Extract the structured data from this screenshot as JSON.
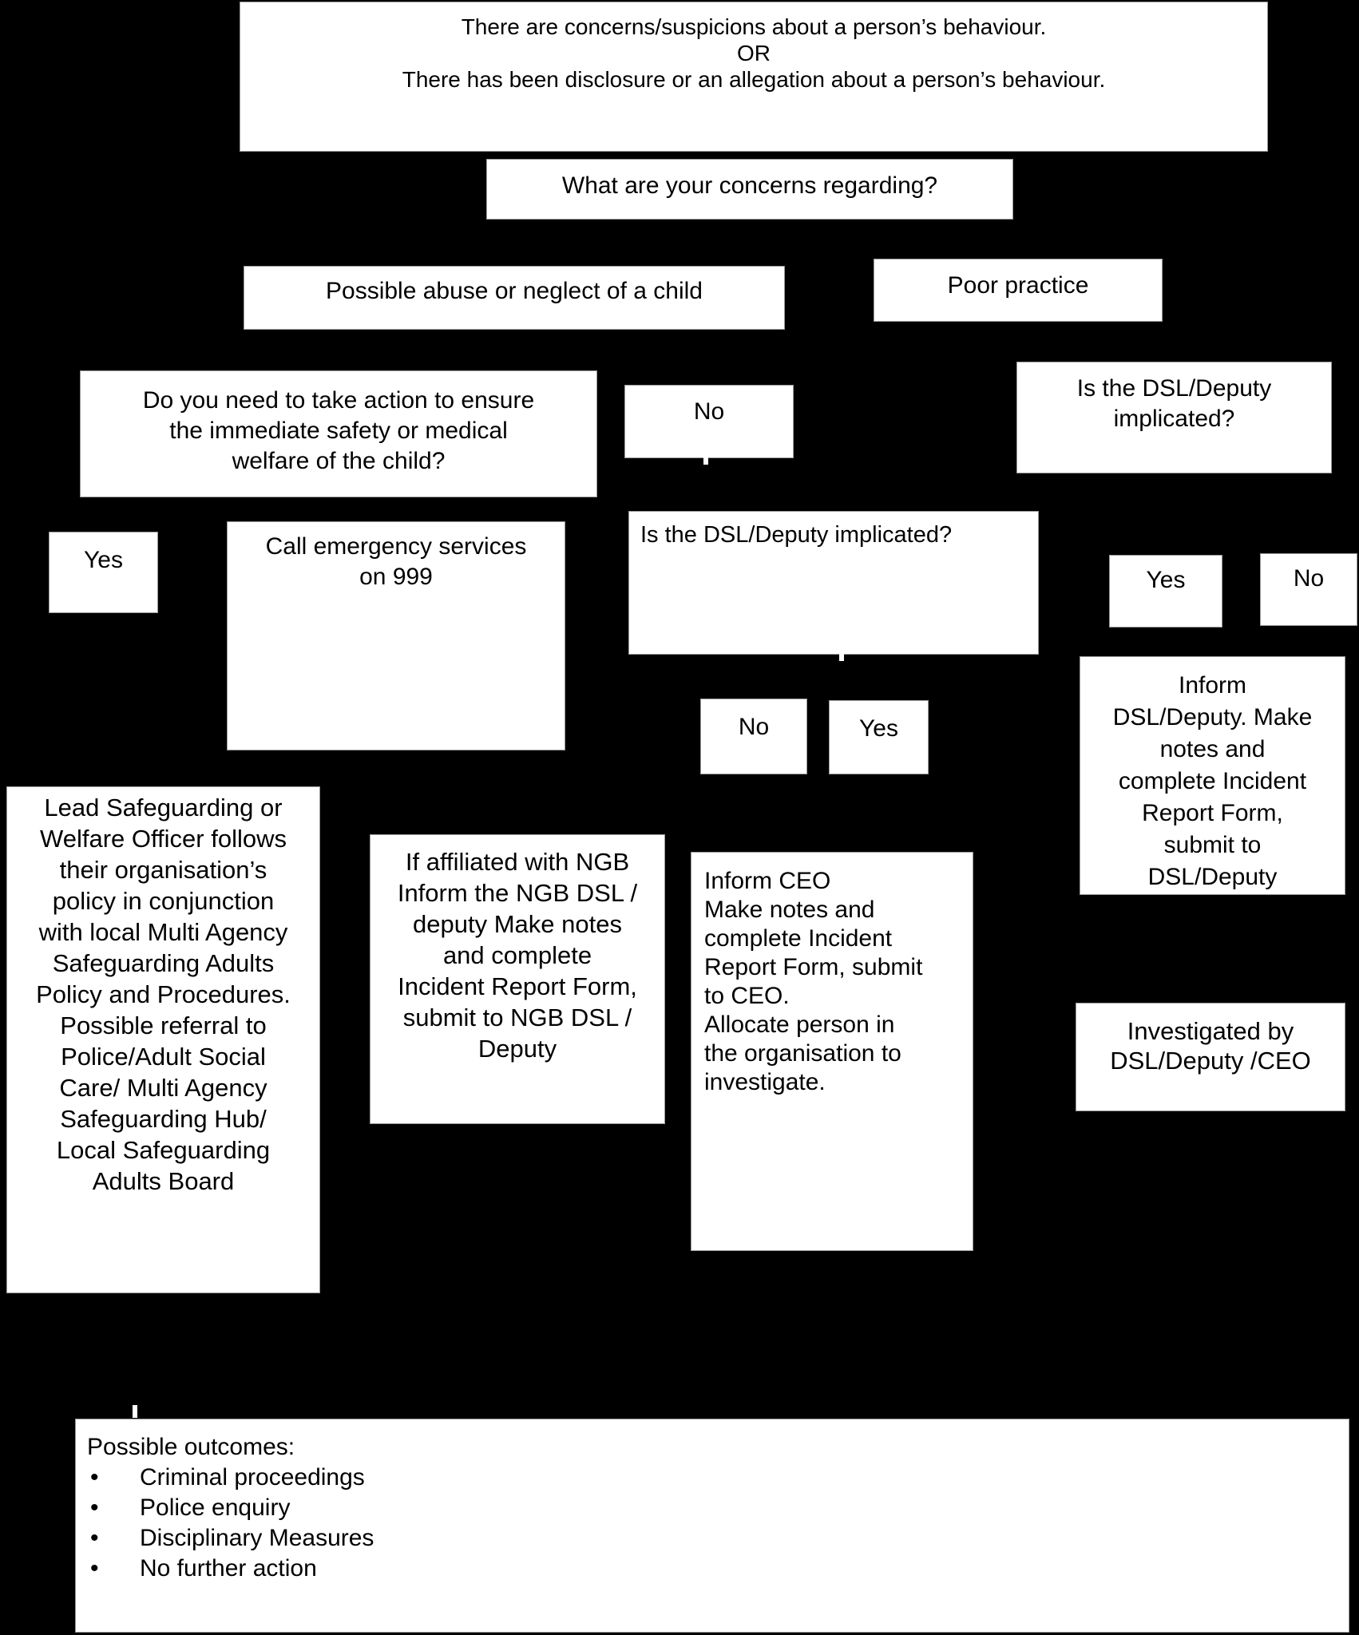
{
  "colors": {
    "background": "#000000",
    "box_fill": "#ffffff",
    "box_border": "#9a9a9a",
    "text": "#000000"
  },
  "nodes": {
    "initial_concern": {
      "lines": [
        "There are concerns/suspicions about a person’s behaviour.",
        "OR",
        "There has been disclosure or an allegation about a person’s behaviour."
      ]
    },
    "concern_type_question": {
      "lines": [
        "What are your concerns regarding?"
      ]
    },
    "abuse_or_neglect": {
      "lines": [
        "Possible abuse or neglect of a child"
      ]
    },
    "poor_practice": {
      "lines": [
        "Poor practice"
      ]
    },
    "immediate_safety_question": {
      "lines": [
        "Do you need to take action to ensure",
        "the immediate safety or medical",
        "welfare of the child?"
      ]
    },
    "no_immediate_action": {
      "lines": [
        "No"
      ]
    },
    "dsl_implicated_poor_practice": {
      "lines": [
        "Is the DSL/Deputy",
        "implicated?"
      ]
    },
    "yes_immediate_action": {
      "lines": [
        "Yes"
      ]
    },
    "call_emergency": {
      "lines": [
        "Call emergency services",
        "on 999"
      ]
    },
    "dsl_implicated_abuse": {
      "lines": [
        "Is the DSL/Deputy implicated?"
      ]
    },
    "poor_practice_dsl_yes": {
      "lines": [
        "Yes"
      ]
    },
    "poor_practice_dsl_no": {
      "lines": [
        "No"
      ]
    },
    "abuse_dsl_no": {
      "lines": [
        "No"
      ]
    },
    "abuse_dsl_yes": {
      "lines": [
        "Yes"
      ]
    },
    "inform_dsl_deputy": {
      "lines": [
        "Inform",
        "DSL/Deputy. Make",
        "notes and",
        "complete Incident",
        "Report Form,",
        "submit to",
        "DSL/Deputy"
      ]
    },
    "lead_safeguarding": {
      "lines": [
        "Lead Safeguarding or",
        "Welfare Officer follows",
        "their organisation’s",
        "policy in conjunction",
        "with local Multi Agency",
        "Safeguarding Adults",
        "Policy and Procedures.",
        "Possible referral to",
        "Police/Adult Social",
        "Care/ Multi Agency",
        "Safeguarding Hub/",
        "Local Safeguarding",
        "Adults Board"
      ]
    },
    "inform_ngb": {
      "lines": [
        "If affiliated with NGB",
        "Inform the NGB DSL /",
        "deputy Make notes",
        "and complete",
        "Incident Report Form,",
        "submit to NGB DSL /",
        "Deputy"
      ]
    },
    "inform_ceo": {
      "lines": [
        "Inform CEO",
        "Make notes and",
        "complete Incident",
        "Report Form, submit",
        "to CEO.",
        "Allocate person in",
        "the organisation to",
        "investigate."
      ]
    },
    "investigated_by": {
      "lines": [
        "Investigated by",
        "DSL/Deputy /CEO"
      ]
    },
    "outcomes": {
      "title": "Possible outcomes:",
      "bullet": "•",
      "items": [
        "Criminal proceedings",
        "Police enquiry",
        "Disciplinary Measures",
        "No further action"
      ]
    }
  }
}
